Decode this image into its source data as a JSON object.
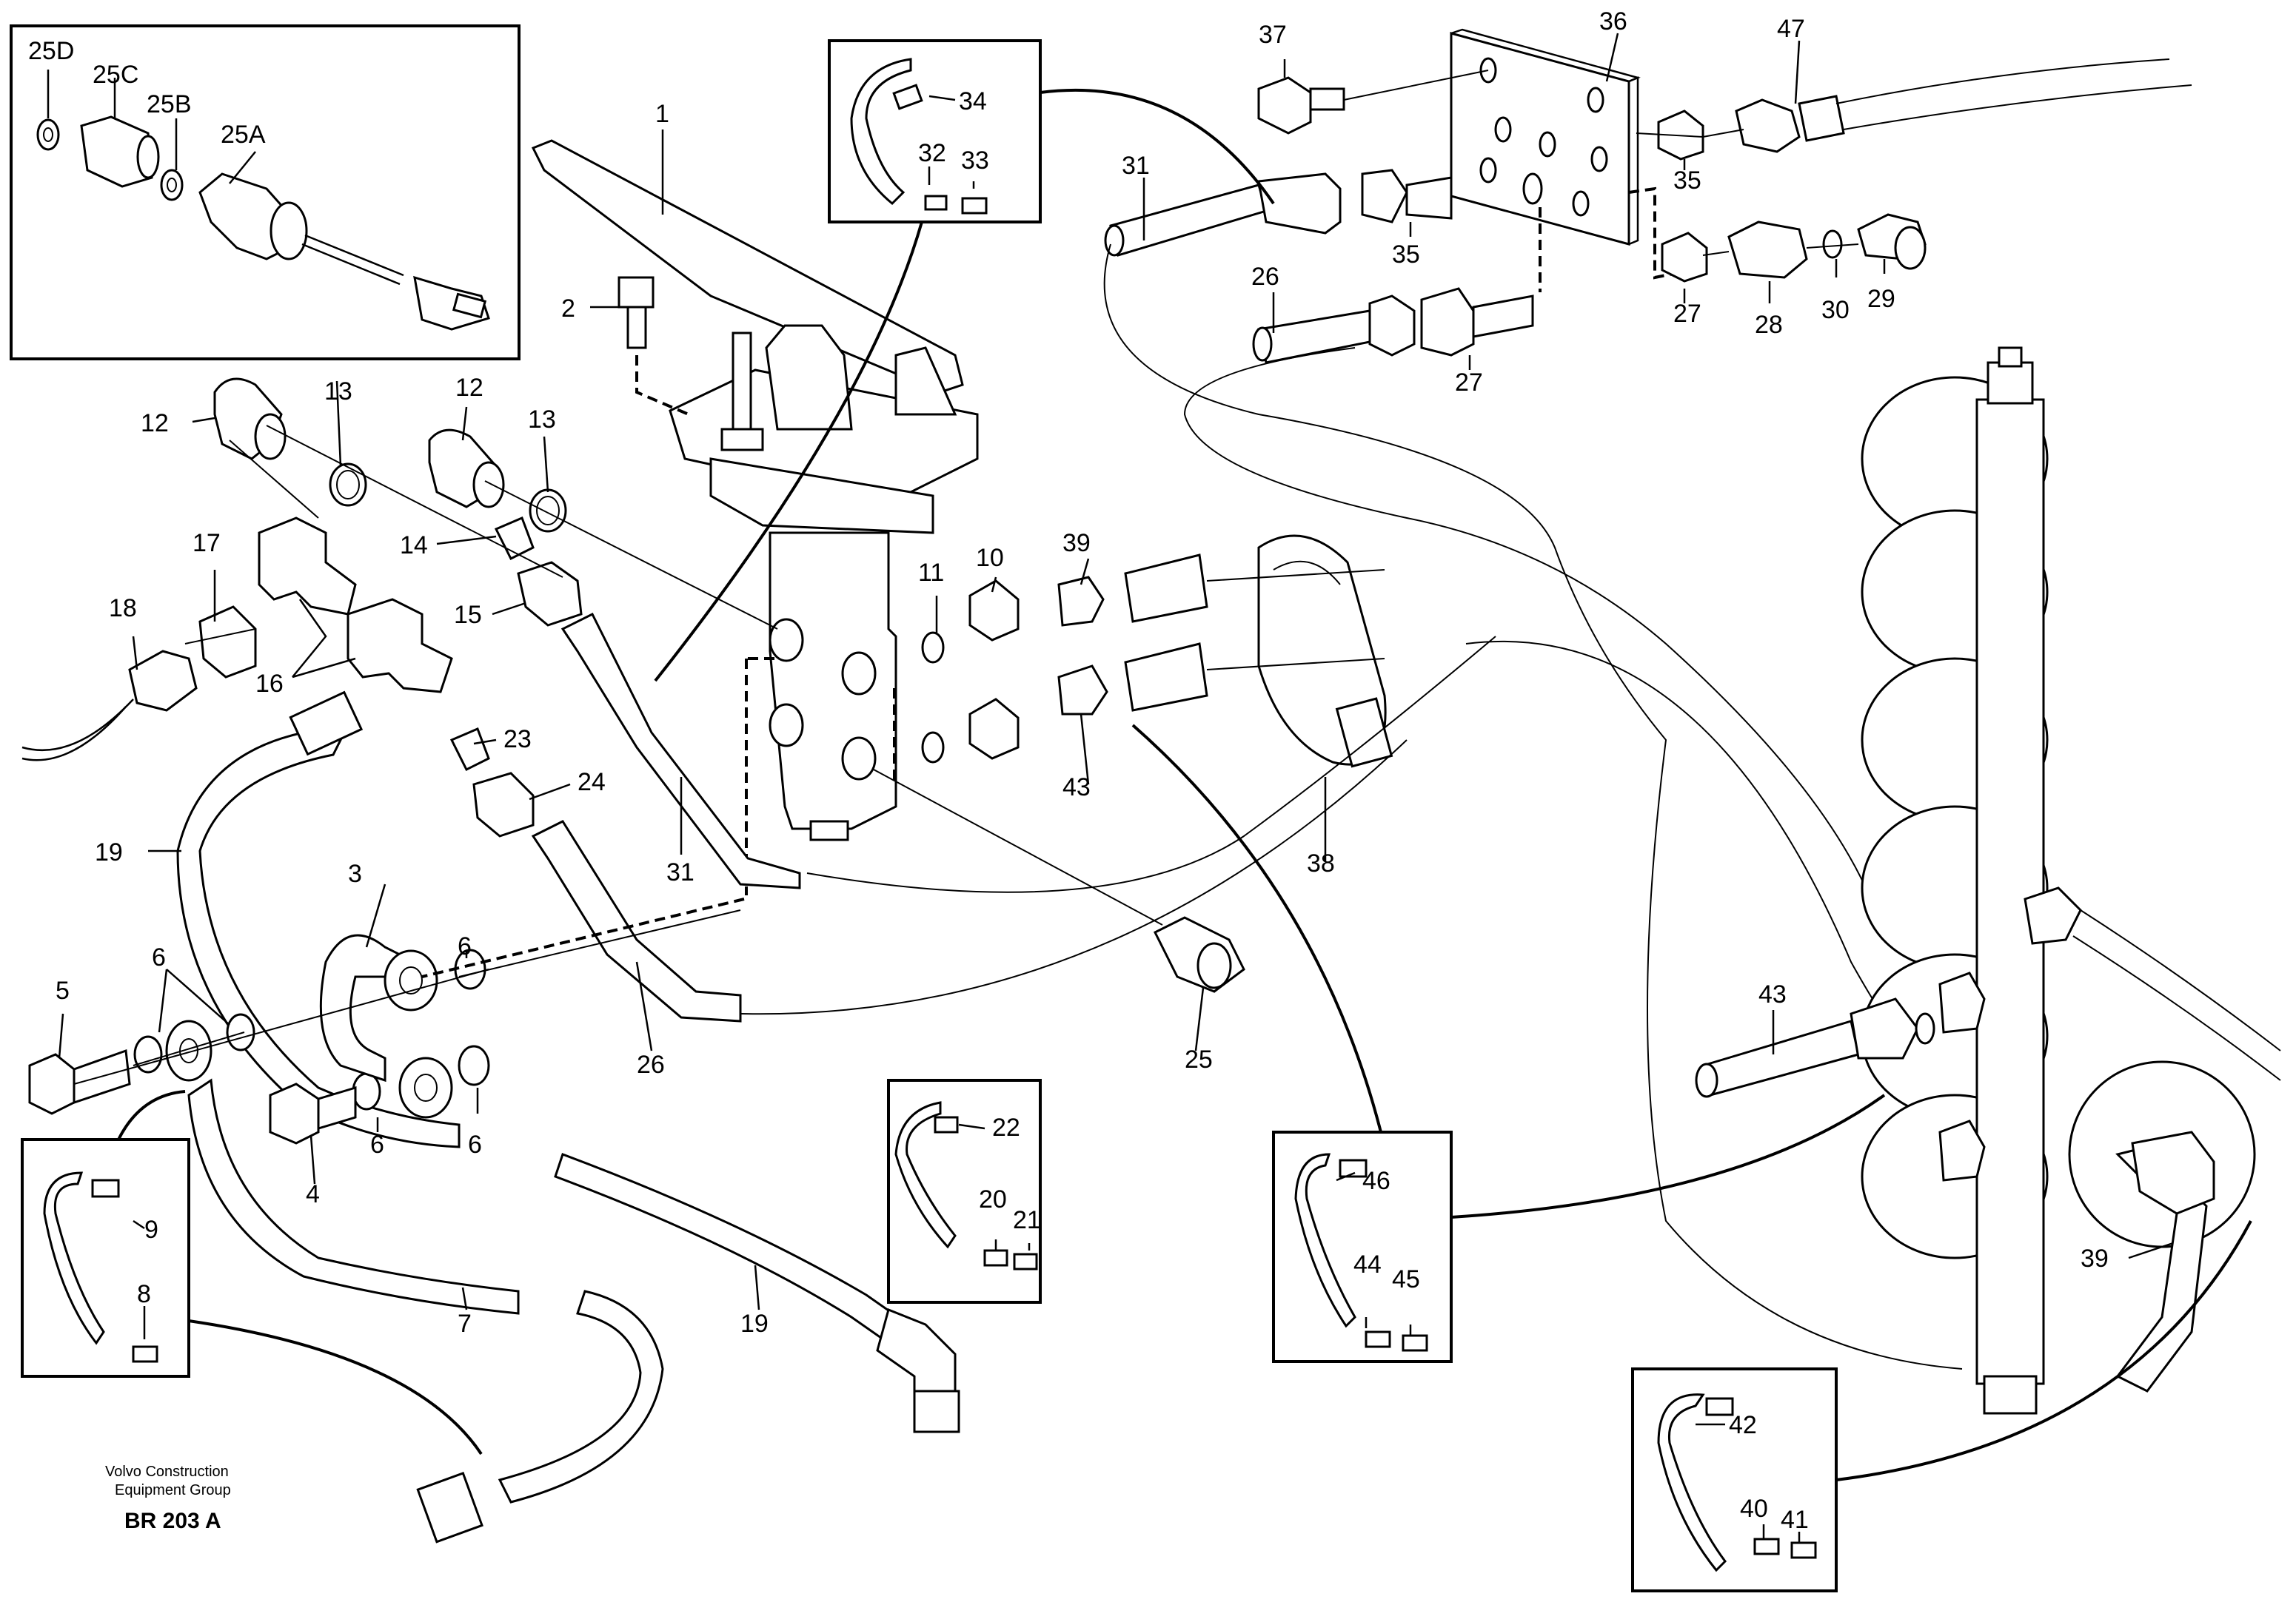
{
  "labels": {
    "l25D": "25D",
    "l25C": "25C",
    "l25B": "25B",
    "l25A": "25A",
    "l1": "1",
    "l2": "2",
    "l12a": "12",
    "l13a": "13",
    "l12b": "12",
    "l13b": "13",
    "l14": "14",
    "l15": "15",
    "l16": "16",
    "l17": "17",
    "l18": "18",
    "l19a": "19",
    "l19b": "19",
    "l3": "3",
    "l4": "4",
    "l5": "5",
    "l6a": "6",
    "l6b": "6",
    "l6c": "6",
    "l6d": "6",
    "l7": "7",
    "l8": "8",
    "l9": "9",
    "l10": "10",
    "l11": "11",
    "l20": "20",
    "l21": "21",
    "l22": "22",
    "l23": "23",
    "l24": "24",
    "l25": "25",
    "l26a": "26",
    "l26b": "26",
    "l27a": "27",
    "l27b": "27",
    "l28": "28",
    "l29": "29",
    "l30": "30",
    "l31a": "31",
    "l31b": "31",
    "l32": "32",
    "l33": "33",
    "l34": "34",
    "l35a": "35",
    "l35b": "35",
    "l36": "36",
    "l37": "37",
    "l38": "38",
    "l39a": "39",
    "l39b": "39",
    "l40": "40",
    "l41": "41",
    "l42": "42",
    "l43a": "43",
    "l43b": "43",
    "l44": "44",
    "l45": "45",
    "l46": "46",
    "l47": "47"
  },
  "credit": {
    "line1": "Volvo Construction",
    "line2": "Equipment Group",
    "code": "BR 203 A"
  }
}
